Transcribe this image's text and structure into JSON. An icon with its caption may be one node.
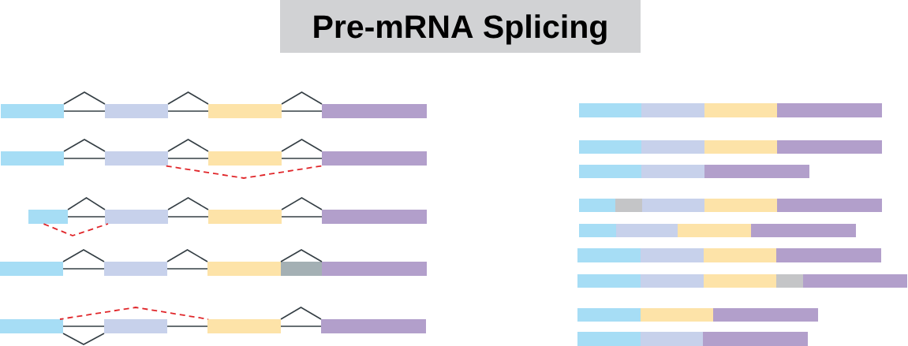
{
  "diagram": {
    "title": "Pre-mRNA Splicing",
    "nodes": [
      {
        "text": [],
        "shape": "bar"
      },
      {
        "text": [],
        "shape": "bar"
      },
      {
        "text": [],
        "shape": "bar"
      },
      {
        "text": [],
        "shape": "bar"
      },
      {
        "text": [],
        "shape": "bar"
      },
      {
        "text": [],
        "shape": "bar"
      },
      {
        "text": [],
        "shape": "bar"
      },
      {
        "text": [],
        "shape": "bar"
      },
      {
        "text": [],
        "shape": "bar"
      },
      {
        "text": [],
        "shape": "bar"
      },
      {
        "text": [],
        "shape": "bar"
      },
      {
        "text": [],
        "shape": "bar"
      },
      {
        "text": [],
        "shape": "bar"
      },
      {
        "text": [],
        "shape": "bar"
      },
      {
        "text": [],
        "shape": "bar"
      },
      {
        "text": [],
        "shape": "bar"
      },
      {
        "text": [],
        "shape": "bar"
      },
      {
        "text": [],
        "shape": "bar"
      },
      {
        "text": [],
        "shape": "bar"
      },
      {
        "text": [],
        "shape": "bar"
      },
      {
        "text": [],
        "shape": "bar"
      },
      {
        "text": [],
        "shape": "bar"
      },
      {
        "text": [],
        "shape": "bar"
      },
      {
        "text": [],
        "shape": "bar"
      },
      {
        "text": [],
        "shape": "bar"
      },
      {
        "text": [],
        "shape": "bar"
      },
      {
        "text": [],
        "shape": "bar"
      },
      {
        "text": [],
        "shape": "bar"
      },
      {
        "text": [],
        "shape": "bar"
      },
      {
        "text": [],
        "shape": "bar"
      },
      {
        "text": [],
        "shape": "bar"
      },
      {
        "text": [],
        "shape": "bar"
      },
      {
        "text": [],
        "shape": "bar"
      },
      {
        "text": [],
        "shape": "bar"
      },
      {
        "text": [],
        "shape": "bar"
      },
      {
        "text": [],
        "shape": "bar"
      },
      {
        "text": [],
        "shape": "bar"
      },
      {
        "text": [],
        "shape": "bar"
      },
      {
        "text": [],
        "shape": "bar"
      },
      {
        "text": [],
        "shape": "bar"
      },
      {
        "text": [],
        "shape": "bar"
      },
      {
        "text": [],
        "shape": "bar"
      },
      {
        "text": [],
        "shape": "bar"
      },
      {
        "text": [],
        "shape": "bar"
      },
      {
        "text": [],
        "shape": "bar"
      },
      {
        "text": [],
        "shape": "bar"
      },
      {
        "text": [],
        "shape": "bar"
      },
      {
        "text": [],
        "shape": "bar"
      },
      {
        "text": [],
        "shape": "bar"
      },
      {
        "text": [],
        "shape": "bar"
      },
      {
        "text": [],
        "shape": "bar"
      },
      {
        "text": [],
        "shape": "bar"
      },
      {
        "text": [],
        "shape": "bar"
      },
      {
        "text": [],
        "shape": "bar"
      },
      {
        "text": [],
        "shape": "bar"
      },
      {
        "text": [],
        "shape": "bar"
      }
    ],
    "edges": [
      {
        "from": 0,
        "to": 1,
        "arrow": "none"
      },
      {
        "from": 0,
        "to": 1,
        "arrow": "none"
      },
      {
        "from": 1,
        "to": 2,
        "arrow": "none"
      },
      {
        "from": 1,
        "to": 2,
        "arrow": "none"
      },
      {
        "from": 2,
        "to": 3,
        "arrow": "none"
      },
      {
        "from": 2,
        "to": 3,
        "arrow": "none"
      },
      {
        "from": 4,
        "to": 5,
        "arrow": "none"
      },
      {
        "from": 4,
        "to": 5,
        "arrow": "none"
      },
      {
        "from": 5,
        "to": 6,
        "arrow": "none"
      },
      {
        "from": 5,
        "to": 6,
        "arrow": "none"
      },
      {
        "from": 6,
        "to": 7,
        "arrow": "none"
      },
      {
        "from": 6,
        "to": 7,
        "arrow": "none"
      },
      {
        "from": 5,
        "to": 7,
        "arrow": "none",
        "style": "dashed",
        "color": "#e0262a"
      },
      {
        "from": 8,
        "to": 9,
        "arrow": "none"
      },
      {
        "from": 8,
        "to": 9,
        "arrow": "none"
      },
      {
        "from": 9,
        "to": 10,
        "arrow": "none"
      },
      {
        "from": 9,
        "to": 10,
        "arrow": "none"
      },
      {
        "from": 10,
        "to": 11,
        "arrow": "none"
      },
      {
        "from": 10,
        "to": 11,
        "arrow": "none"
      },
      {
        "from": 8,
        "to": 9,
        "arrow": "none",
        "style": "dashed",
        "color": "#e0262a"
      },
      {
        "from": 12,
        "to": 13,
        "arrow": "none"
      },
      {
        "from": 12,
        "to": 13,
        "arrow": "none"
      },
      {
        "from": 13,
        "to": 14,
        "arrow": "none"
      },
      {
        "from": 13,
        "to": 14,
        "arrow": "none"
      },
      {
        "from": 14,
        "to": 16,
        "arrow": "none"
      },
      {
        "from": 17,
        "to": 18,
        "arrow": "none"
      },
      {
        "from": 17,
        "to": 18,
        "arrow": "none"
      },
      {
        "from": 18,
        "to": 19,
        "arrow": "none"
      },
      {
        "from": 19,
        "to": 20,
        "arrow": "none"
      },
      {
        "from": 19,
        "to": 20,
        "arrow": "none"
      },
      {
        "from": 17,
        "to": 19,
        "arrow": "none",
        "style": "dashed",
        "color": "#e0262a"
      }
    ]
  }
}
